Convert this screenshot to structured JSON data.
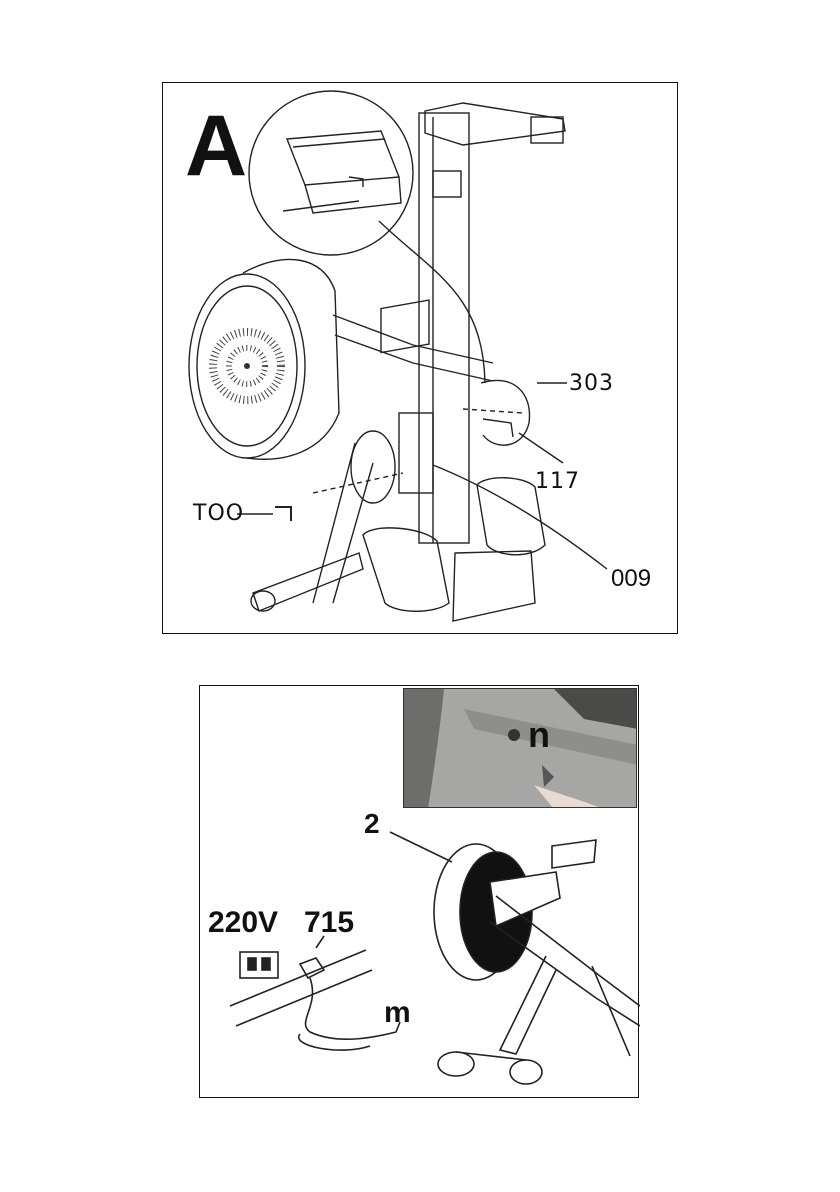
{
  "figure_a": {
    "step_letter": "A",
    "callouts": {
      "p303": "303",
      "p117": "117",
      "p009": "009",
      "tool": "TOO"
    }
  },
  "figure_b": {
    "callouts": {
      "n": "n",
      "p2": "2",
      "voltage": "220V",
      "adapter": "715",
      "m": "m"
    }
  }
}
